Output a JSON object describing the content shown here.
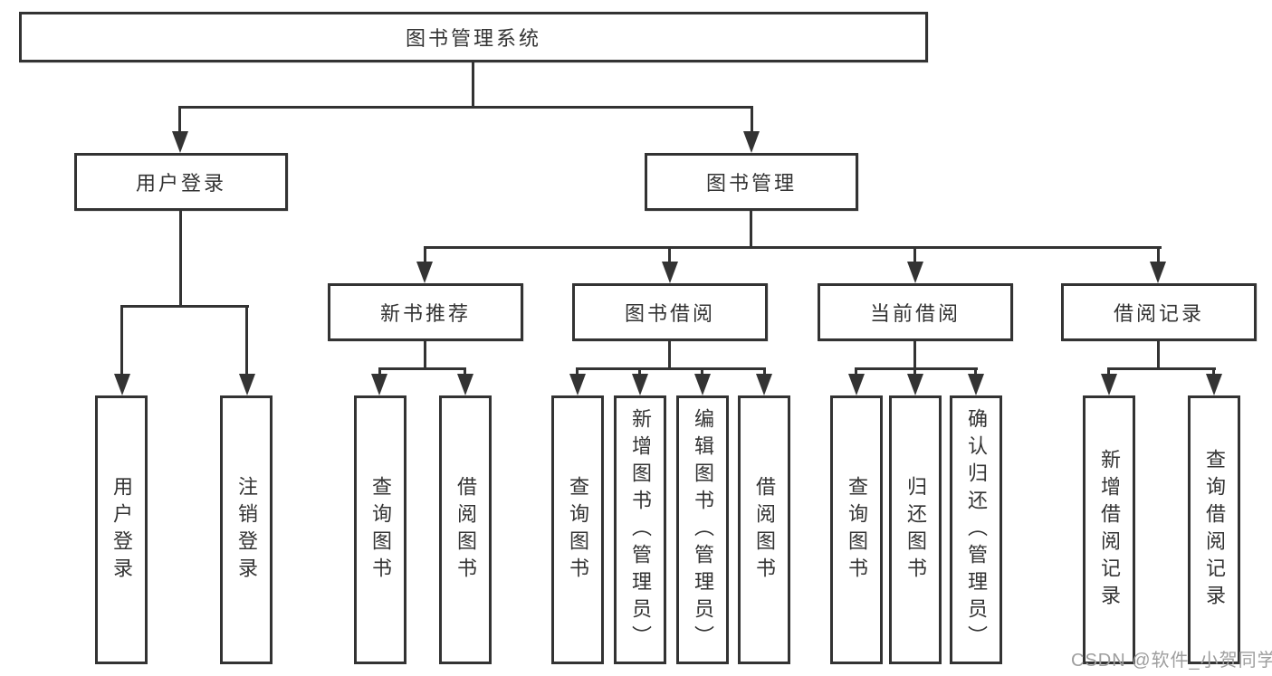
{
  "tree": {
    "root": "图书管理系统",
    "branches": [
      {
        "label": "用户登录",
        "children": [
          "用户登录",
          "注销登录"
        ]
      },
      {
        "label": "图书管理",
        "modules": [
          {
            "label": "新书推荐",
            "children": [
              "查询图书",
              "借阅图书"
            ]
          },
          {
            "label": "图书借阅",
            "children": [
              "查询图书",
              "新增图书（管理员）",
              "编辑图书（管理员）",
              "借阅图书"
            ]
          },
          {
            "label": "当前借阅",
            "children": [
              "查询图书",
              "归还图书",
              "确认归还（管理员）"
            ]
          },
          {
            "label": "借阅记录",
            "children": [
              "新增借阅记录",
              "查询借阅记录"
            ]
          }
        ]
      }
    ]
  },
  "watermark": "CSDN @软件_小贺同学",
  "colors": {
    "line": "#333333",
    "text": "#333333",
    "watermark": "#9e9e9e",
    "background": "#ffffff"
  }
}
